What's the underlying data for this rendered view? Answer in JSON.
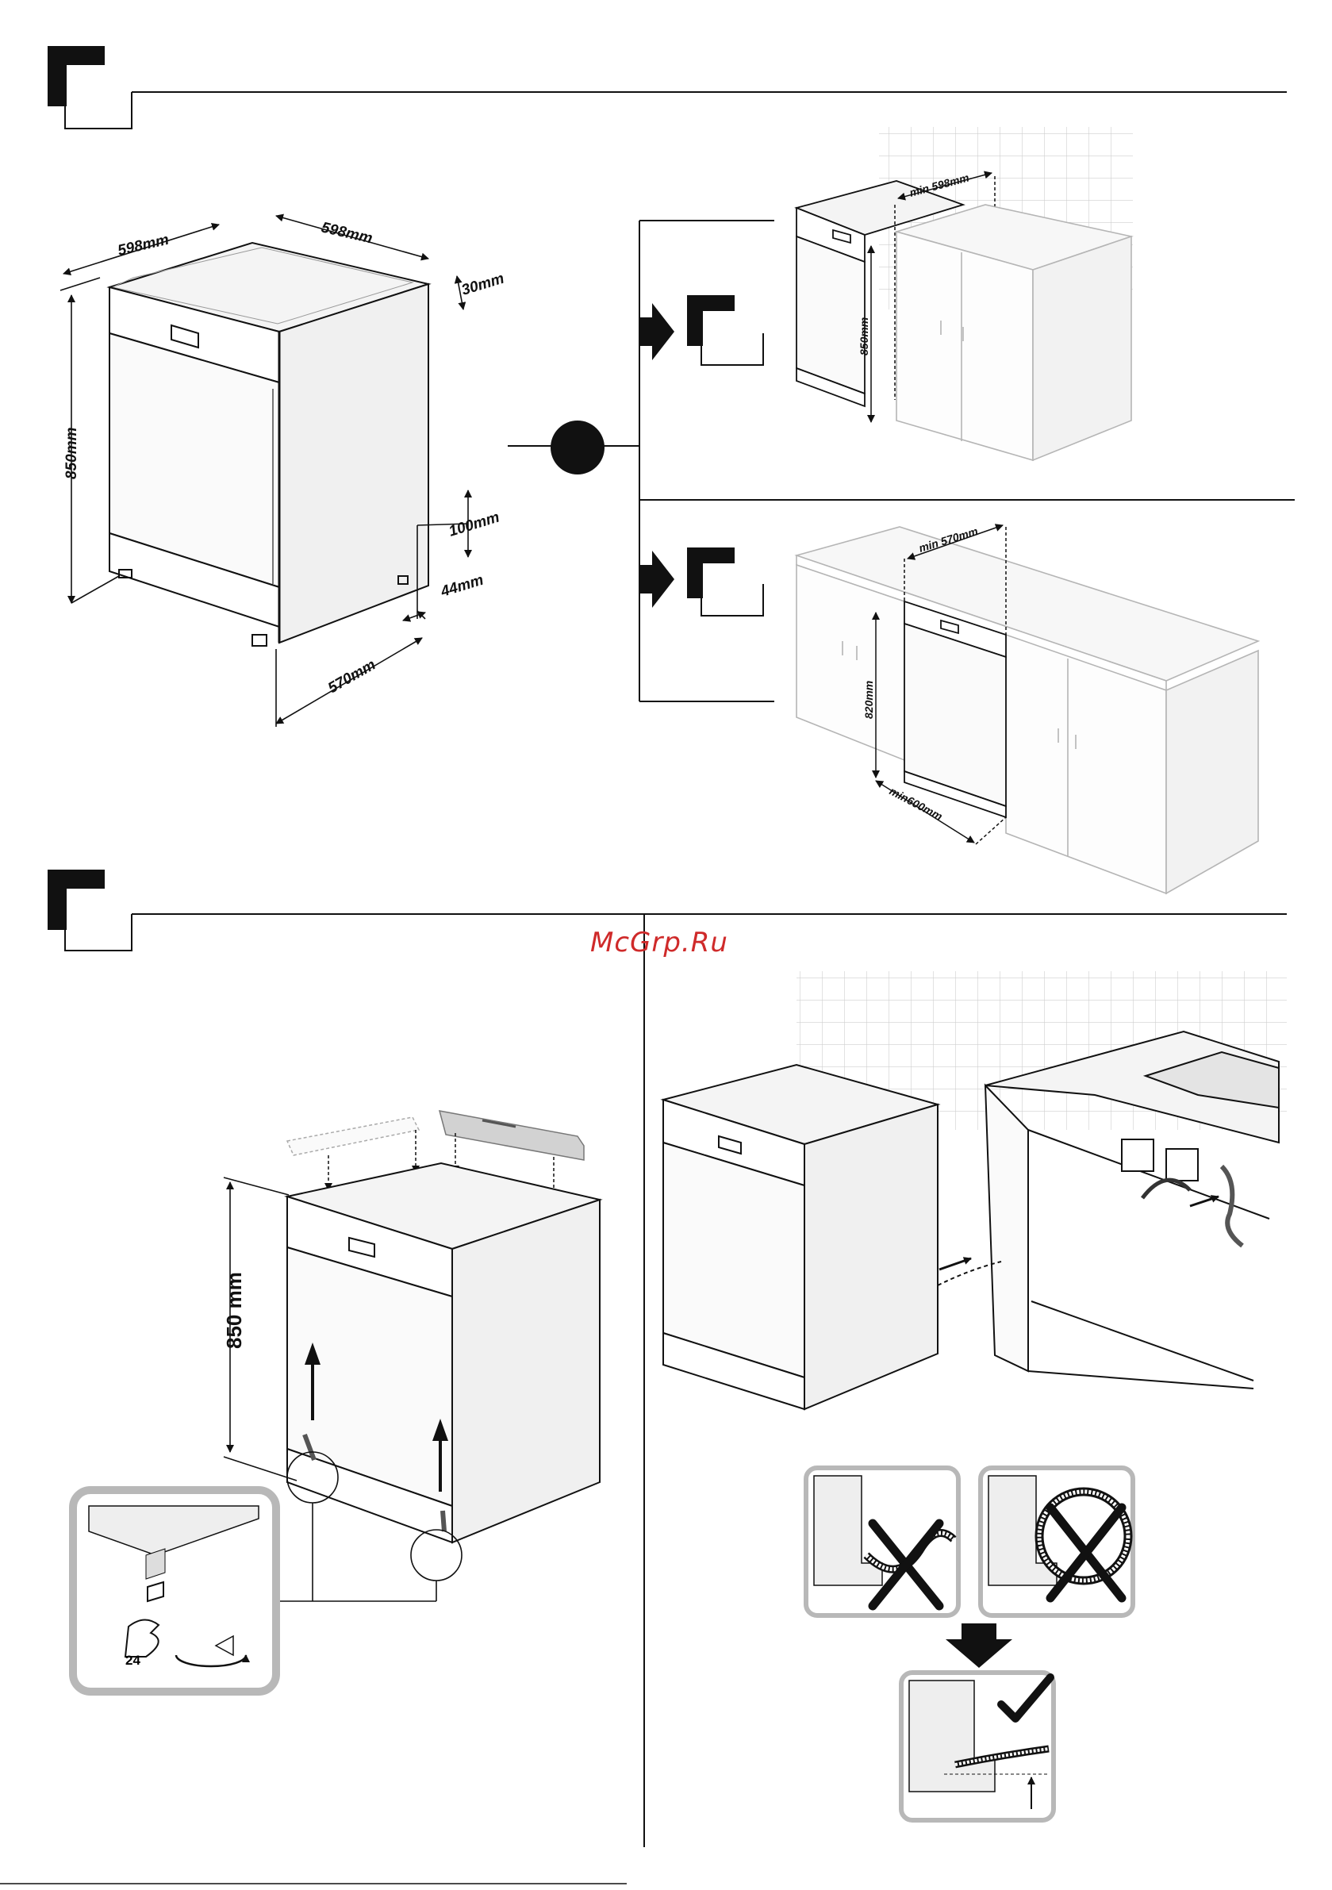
{
  "section1": {
    "appliance_dimensions": {
      "width": "598mm",
      "depth": "598mm",
      "top_offset": "30mm",
      "height": "850mm",
      "plinth_height": "100mm",
      "plinth_recess": "44mm",
      "base_depth": "570mm"
    },
    "freestanding_next_to_cabinet": {
      "min_width": "min 598mm",
      "height": "850mm"
    },
    "built_under": {
      "min_depth": "min 570mm",
      "height": "820mm",
      "min_width": "min600mm"
    }
  },
  "section2": {
    "leveling": {
      "height": "850 mm",
      "wrench_size": "24"
    }
  },
  "watermark": "McGrp.Ru",
  "colors": {
    "line": "#111111",
    "light_line": "#bdbdbd",
    "panel_fill": "#f2f2f2",
    "inset_frame": "#b8b8b8",
    "watermark": "#cf2a2a"
  },
  "icons": {
    "section_marker": "corner-bracket-icon",
    "flow_arrow": "right-arrow-icon",
    "bullet": "filled-circle-icon",
    "wrong": "cross-icon",
    "right": "check-mark-icon"
  }
}
